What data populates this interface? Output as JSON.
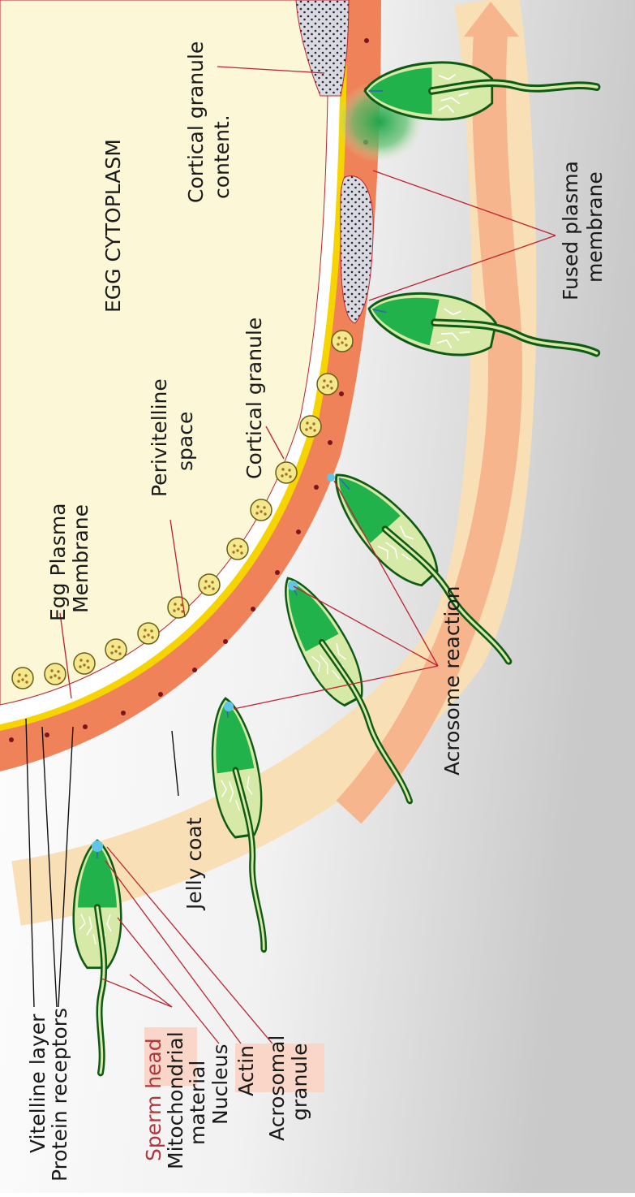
{
  "labels": {
    "egg_cytoplasm": "EGG CYTOPLASM",
    "cortical_granule_content_1": "Cortical granule",
    "cortical_granule_content_2": "content.",
    "fused_plasma_membrane_1": "Fused plasma",
    "fused_plasma_membrane_2": "membrane",
    "perivitelline_1": "Perivitelline",
    "perivitelline_2": "space",
    "cortical_granule": "Cortical granule",
    "egg_plasma_membrane_1": "Egg Plasma",
    "egg_plasma_membrane_2": "Membrane",
    "acrosome_reaction": "Acrosome reaction",
    "jelly_coat": "Jelly coat",
    "vitelline_layer": "Vitelline layer",
    "protein_receptors": "Protein receptors",
    "sperm_head": "Sperm head",
    "mitochondrial_1": "Mitochondrial",
    "mitochondrial_2": "material",
    "nucleus": "Nucleus",
    "actin": "Actin",
    "acrosomal_1": "Acrosomal",
    "acrosomal_2": "granule"
  },
  "colors": {
    "cytoplasm": "#fbf7d7",
    "jelly_coat": "#f0825a",
    "jelly_outer": "#f6b58c",
    "jelly_faint": "#f9dfb5",
    "vitelline": "#f5d400",
    "sperm_dark": "#0d5a14",
    "sperm_green": "#22b24c",
    "sperm_light": "#d7e9a6",
    "acrosome": "#5ec6e6",
    "label_line": "#c02131",
    "sperm_head_text": "#b0353c",
    "highlight": "#f9d6c8"
  }
}
